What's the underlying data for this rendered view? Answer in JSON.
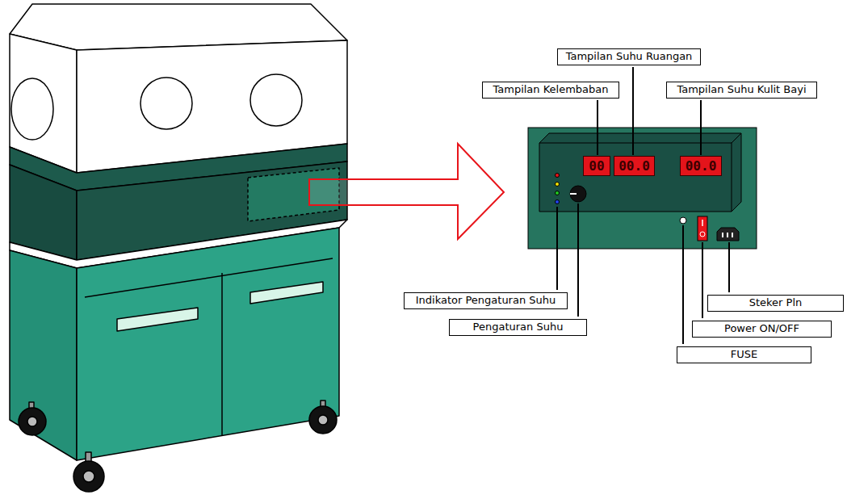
{
  "diagram": {
    "nodes": [
      {
        "text": [
          "Tampilan Suhu Ruangan"
        ]
      },
      {
        "text": [
          "Tampilan Kelembaban"
        ]
      },
      {
        "text": [
          "Tampilan Suhu Kulit Bayi"
        ]
      },
      {
        "text": [
          "Indikator Pengaturan Suhu"
        ]
      },
      {
        "text": [
          "Steker Pln"
        ]
      },
      {
        "text": [
          "Pengaturan Suhu"
        ]
      },
      {
        "text": [
          "Power ON/OFF"
        ]
      },
      {
        "text": [
          "FUSE"
        ]
      }
    ],
    "labels": [
      "00",
      "00.0",
      "00.0"
    ]
  }
}
